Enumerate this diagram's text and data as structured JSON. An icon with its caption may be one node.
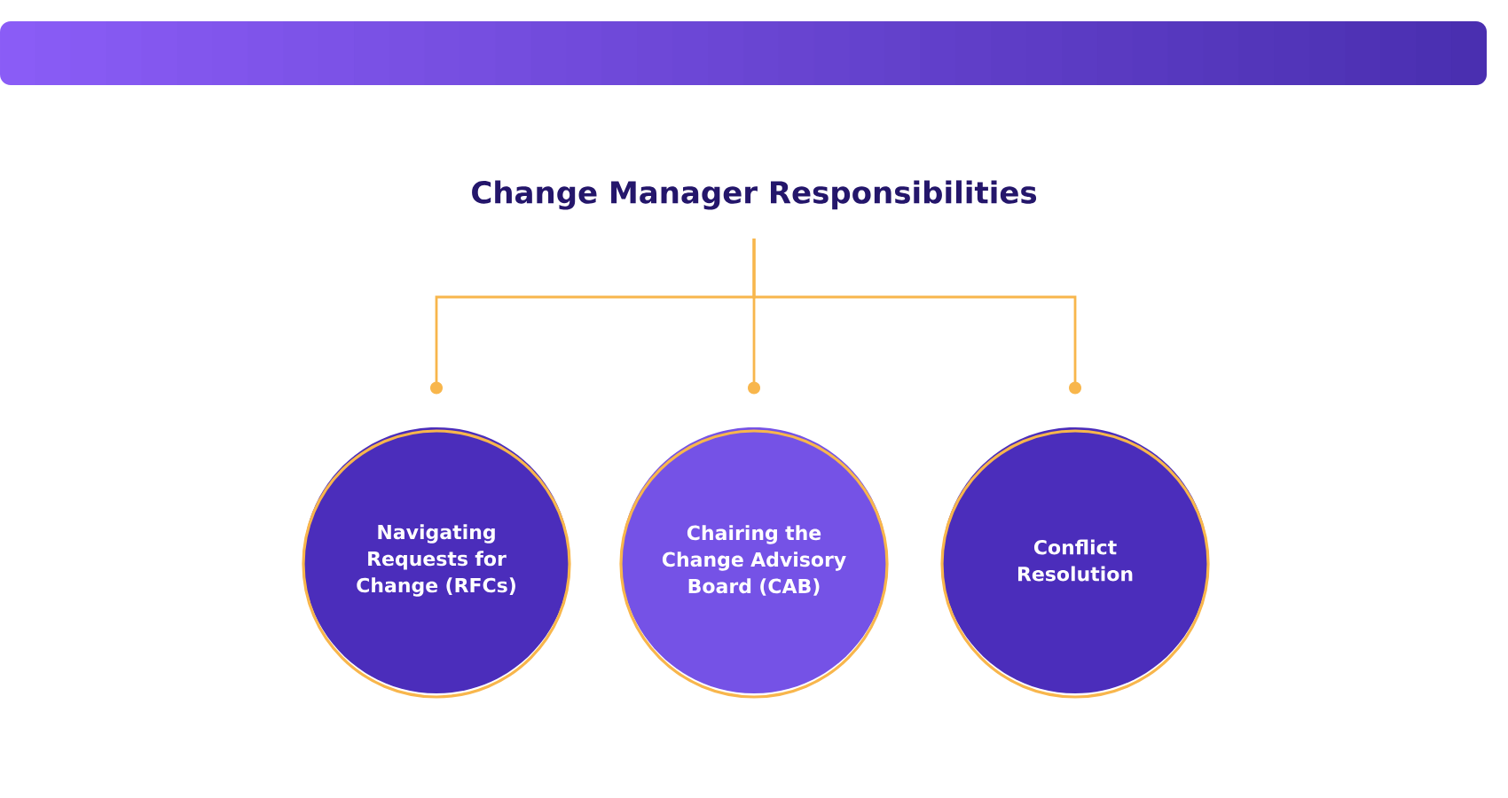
{
  "diagram": {
    "nodes": [
      {
        "text": [
          "Change Manager Responsibilities"
        ]
      },
      {
        "text": [
          "Navigating Requests for Change (RFCs)"
        ]
      },
      {
        "text": [
          "Chairing the Change Advisory Board (CAB)"
        ]
      },
      {
        "text": [
          "Conflict Resolution"
        ]
      }
    ],
    "edges": [
      {
        "from": 0,
        "to": 1,
        "arrow": "other"
      },
      {
        "from": 0,
        "to": 2,
        "arrow": "other"
      },
      {
        "from": 0,
        "to": 3,
        "arrow": "other"
      }
    ]
  }
}
